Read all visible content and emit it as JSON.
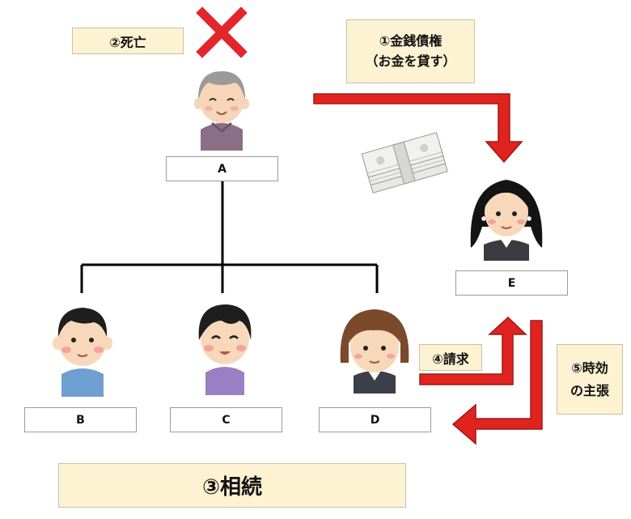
{
  "labels": {
    "death": "②死亡",
    "claim_line1": "①金銭債権",
    "claim_line2": "（お金を貸す）",
    "request": "④請求",
    "prescription_line1": "⑤時効",
    "prescription_line2": "の主張",
    "inheritance": "③相続"
  },
  "people": {
    "a": "A",
    "b": "B",
    "c": "C",
    "d": "D",
    "e": "E"
  },
  "colors": {
    "arrow": "#e0231e",
    "arrow_stroke": "#9e1a16",
    "label_bg": "#fdf2d2",
    "cross": "#e3262a"
  }
}
